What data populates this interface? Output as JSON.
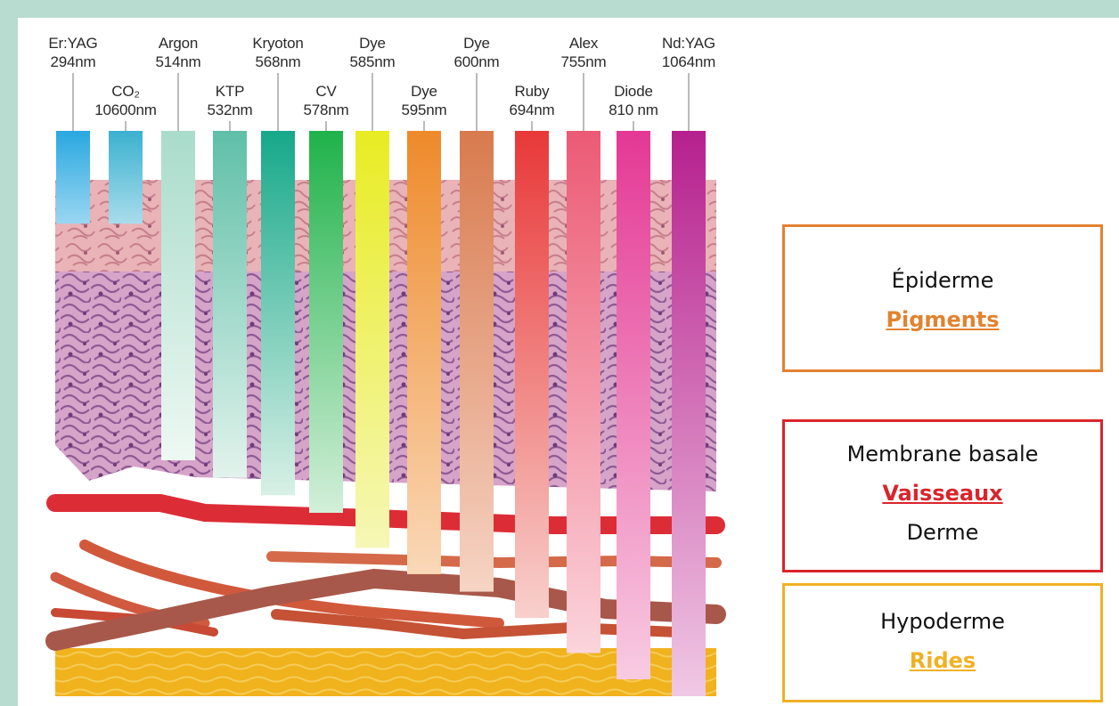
{
  "lasers": [
    {
      "name": "Er:YAG",
      "wavelength": "294nm",
      "color_top": "#29a8e0",
      "color_bottom": "#9ad6f2",
      "penetration": 0.05
    },
    {
      "name": "CO₂",
      "wavelength": "10600nm",
      "color_top": "#3bb1cf",
      "color_bottom": "#a9dcec",
      "penetration": 0.05
    },
    {
      "name": "Argon",
      "wavelength": "514nm",
      "color_top": "#a9dccb",
      "color_bottom": "#eef8f3",
      "penetration": 0.32
    },
    {
      "name": "KTP",
      "wavelength": "532nm",
      "color_top": "#5fbfa8",
      "color_bottom": "#e2f3ec",
      "penetration": 0.34
    },
    {
      "name": "Kryoton",
      "wavelength": "568nm",
      "color_top": "#16a88a",
      "color_bottom": "#d9f0e6",
      "penetration": 0.36
    },
    {
      "name": "CV",
      "wavelength": "578nm",
      "color_top": "#1fb24a",
      "color_bottom": "#d3efd9",
      "penetration": 0.38
    },
    {
      "name": "Dye",
      "wavelength": "585nm",
      "color_top": "#e8ec22",
      "color_bottom": "#f6f7b6",
      "penetration": 0.42
    },
    {
      "name": "Dye",
      "wavelength": "595nm",
      "color_top": "#ee8a2a",
      "color_bottom": "#fad8b8",
      "penetration": 0.45
    },
    {
      "name": "Dye",
      "wavelength": "600nm",
      "color_top": "#d87a4e",
      "color_bottom": "#f6d4c4",
      "penetration": 0.47
    },
    {
      "name": "Ruby",
      "wavelength": "694nm",
      "color_top": "#e83838",
      "color_bottom": "#f8d0cc",
      "penetration": 0.5
    },
    {
      "name": "Alex",
      "wavelength": "755nm",
      "color_top": "#ec5a74",
      "color_bottom": "#fbd4dc",
      "penetration": 0.54
    },
    {
      "name": "Diode",
      "wavelength": "810 nm",
      "color_top": "#e43894",
      "color_bottom": "#f8cbe2",
      "penetration": 0.57
    },
    {
      "name": "Nd:YAG",
      "wavelength": "1064nm",
      "color_top": "#b6208e",
      "color_bottom": "#f0c8e4",
      "penetration": 0.6
    }
  ],
  "legend": {
    "epidermis": {
      "title": "Épiderme",
      "key": "Pigments",
      "key_color": "#e2822f",
      "border_color": "#e2822f"
    },
    "dermis": {
      "title": "Membrane basale",
      "key": "Vaisseaux",
      "subtitle": "Derme",
      "key_color": "#d9252b",
      "border_color": "#d9252b"
    },
    "hypodermis": {
      "title": "Hypoderme",
      "key": "Rides",
      "key_color": "#f0b125",
      "border_color": "#f0b125"
    }
  }
}
